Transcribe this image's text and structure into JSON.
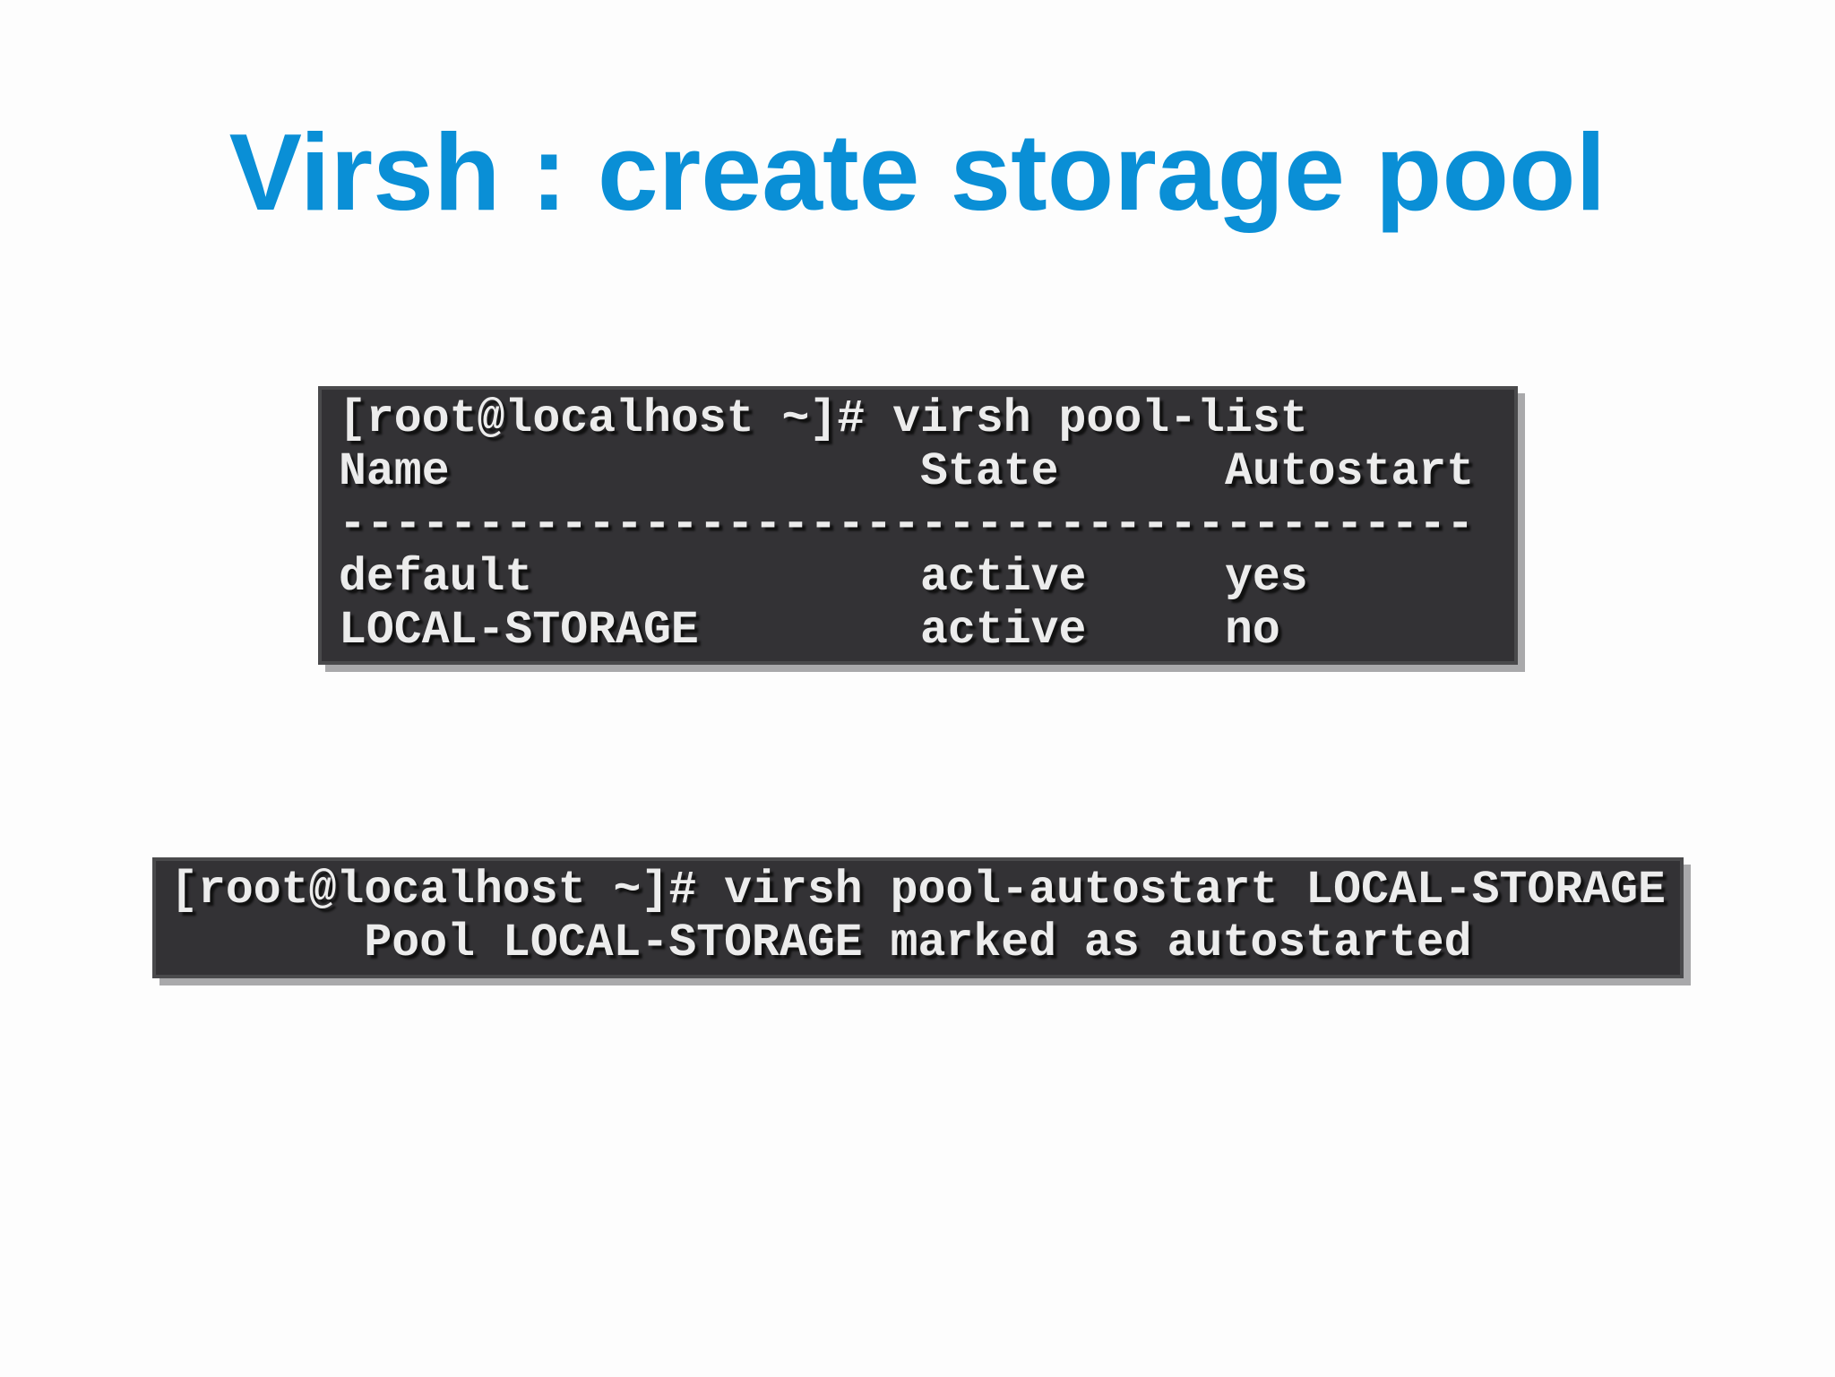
{
  "title": "Virsh : create storage pool",
  "terminal1": {
    "lines": [
      "[root@localhost ~]# virsh pool-list",
      "Name                 State      Autostart",
      "-----------------------------------------",
      "default              active     yes",
      "LOCAL-STORAGE        active     no"
    ]
  },
  "terminal2": {
    "lines": [
      "[root@localhost ~]# virsh pool-autostart LOCAL-STORAGE",
      "Pool LOCAL-STORAGE marked as autostarted"
    ]
  }
}
